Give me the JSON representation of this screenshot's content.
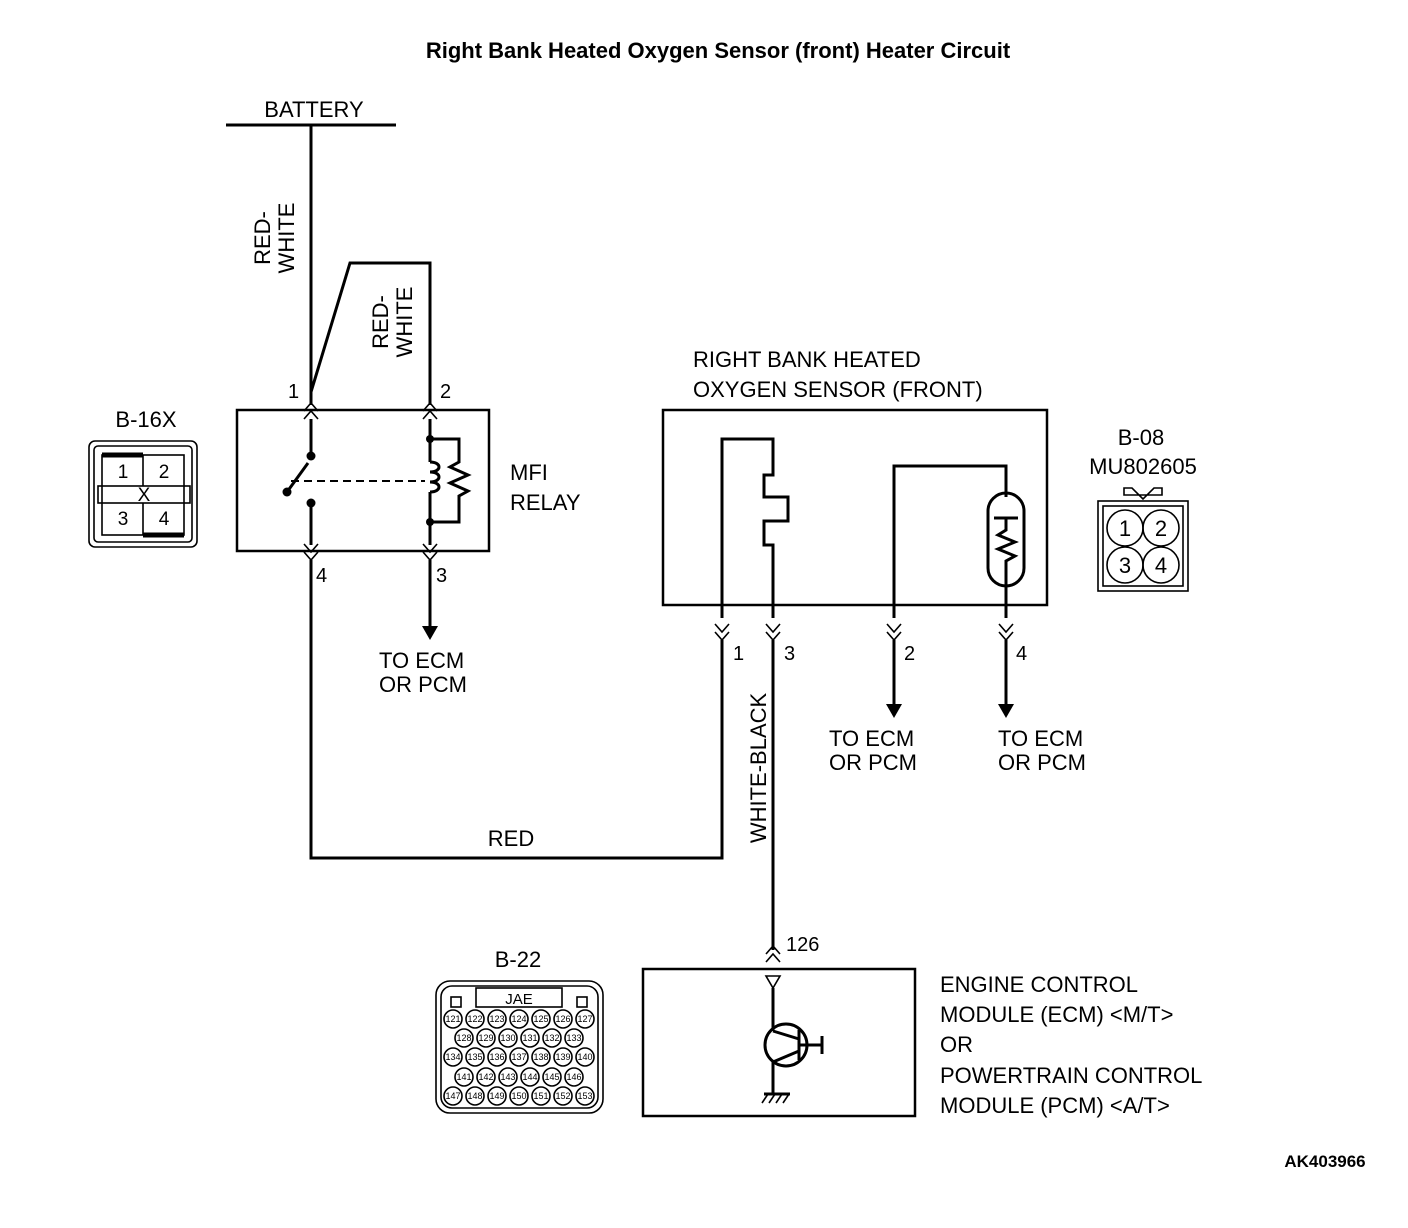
{
  "title": "Right Bank Heated Oxygen Sensor (front) Heater Circuit",
  "battery_label": "BATTERY",
  "wire_red_white_line1": "RED-",
  "wire_red_white_line2": "WHITE",
  "wire_red": "RED",
  "wire_white_black": "WHITE-BLACK",
  "relay": {
    "label_line1": "MFI",
    "label_line2": "RELAY",
    "connector_id": "B-16X",
    "pins": [
      "1",
      "2",
      "3",
      "4"
    ],
    "connector_mark": "X"
  },
  "sensor": {
    "label_line1": "RIGHT BANK HEATED",
    "label_line2": "OXYGEN SENSOR (FRONT)",
    "connector_id": "B-08",
    "part_number": "MU802605",
    "pins": [
      "1",
      "3",
      "2",
      "4"
    ],
    "connector_pins": [
      "1",
      "2",
      "3",
      "4"
    ]
  },
  "to_ecm_line1": "TO ECM",
  "to_ecm_line2": "OR PCM",
  "ecm": {
    "pin": "126",
    "label_lines": [
      "ENGINE CONTROL",
      "MODULE (ECM) <M/T>",
      "OR",
      "POWERTRAIN CONTROL",
      "MODULE (PCM) <A/T>"
    ],
    "connector_id": "B-22",
    "connector_brand": "JAE",
    "connector_rows": [
      [
        "121",
        "122",
        "123",
        "124",
        "125",
        "126",
        "127"
      ],
      [
        "128",
        "129",
        "130",
        "131",
        "132",
        "133"
      ],
      [
        "134",
        "135",
        "136",
        "137",
        "138",
        "139",
        "140"
      ],
      [
        "141",
        "142",
        "143",
        "144",
        "145",
        "146"
      ],
      [
        "147",
        "148",
        "149",
        "150",
        "151",
        "152",
        "153"
      ]
    ]
  },
  "figure_code": "AK403966"
}
